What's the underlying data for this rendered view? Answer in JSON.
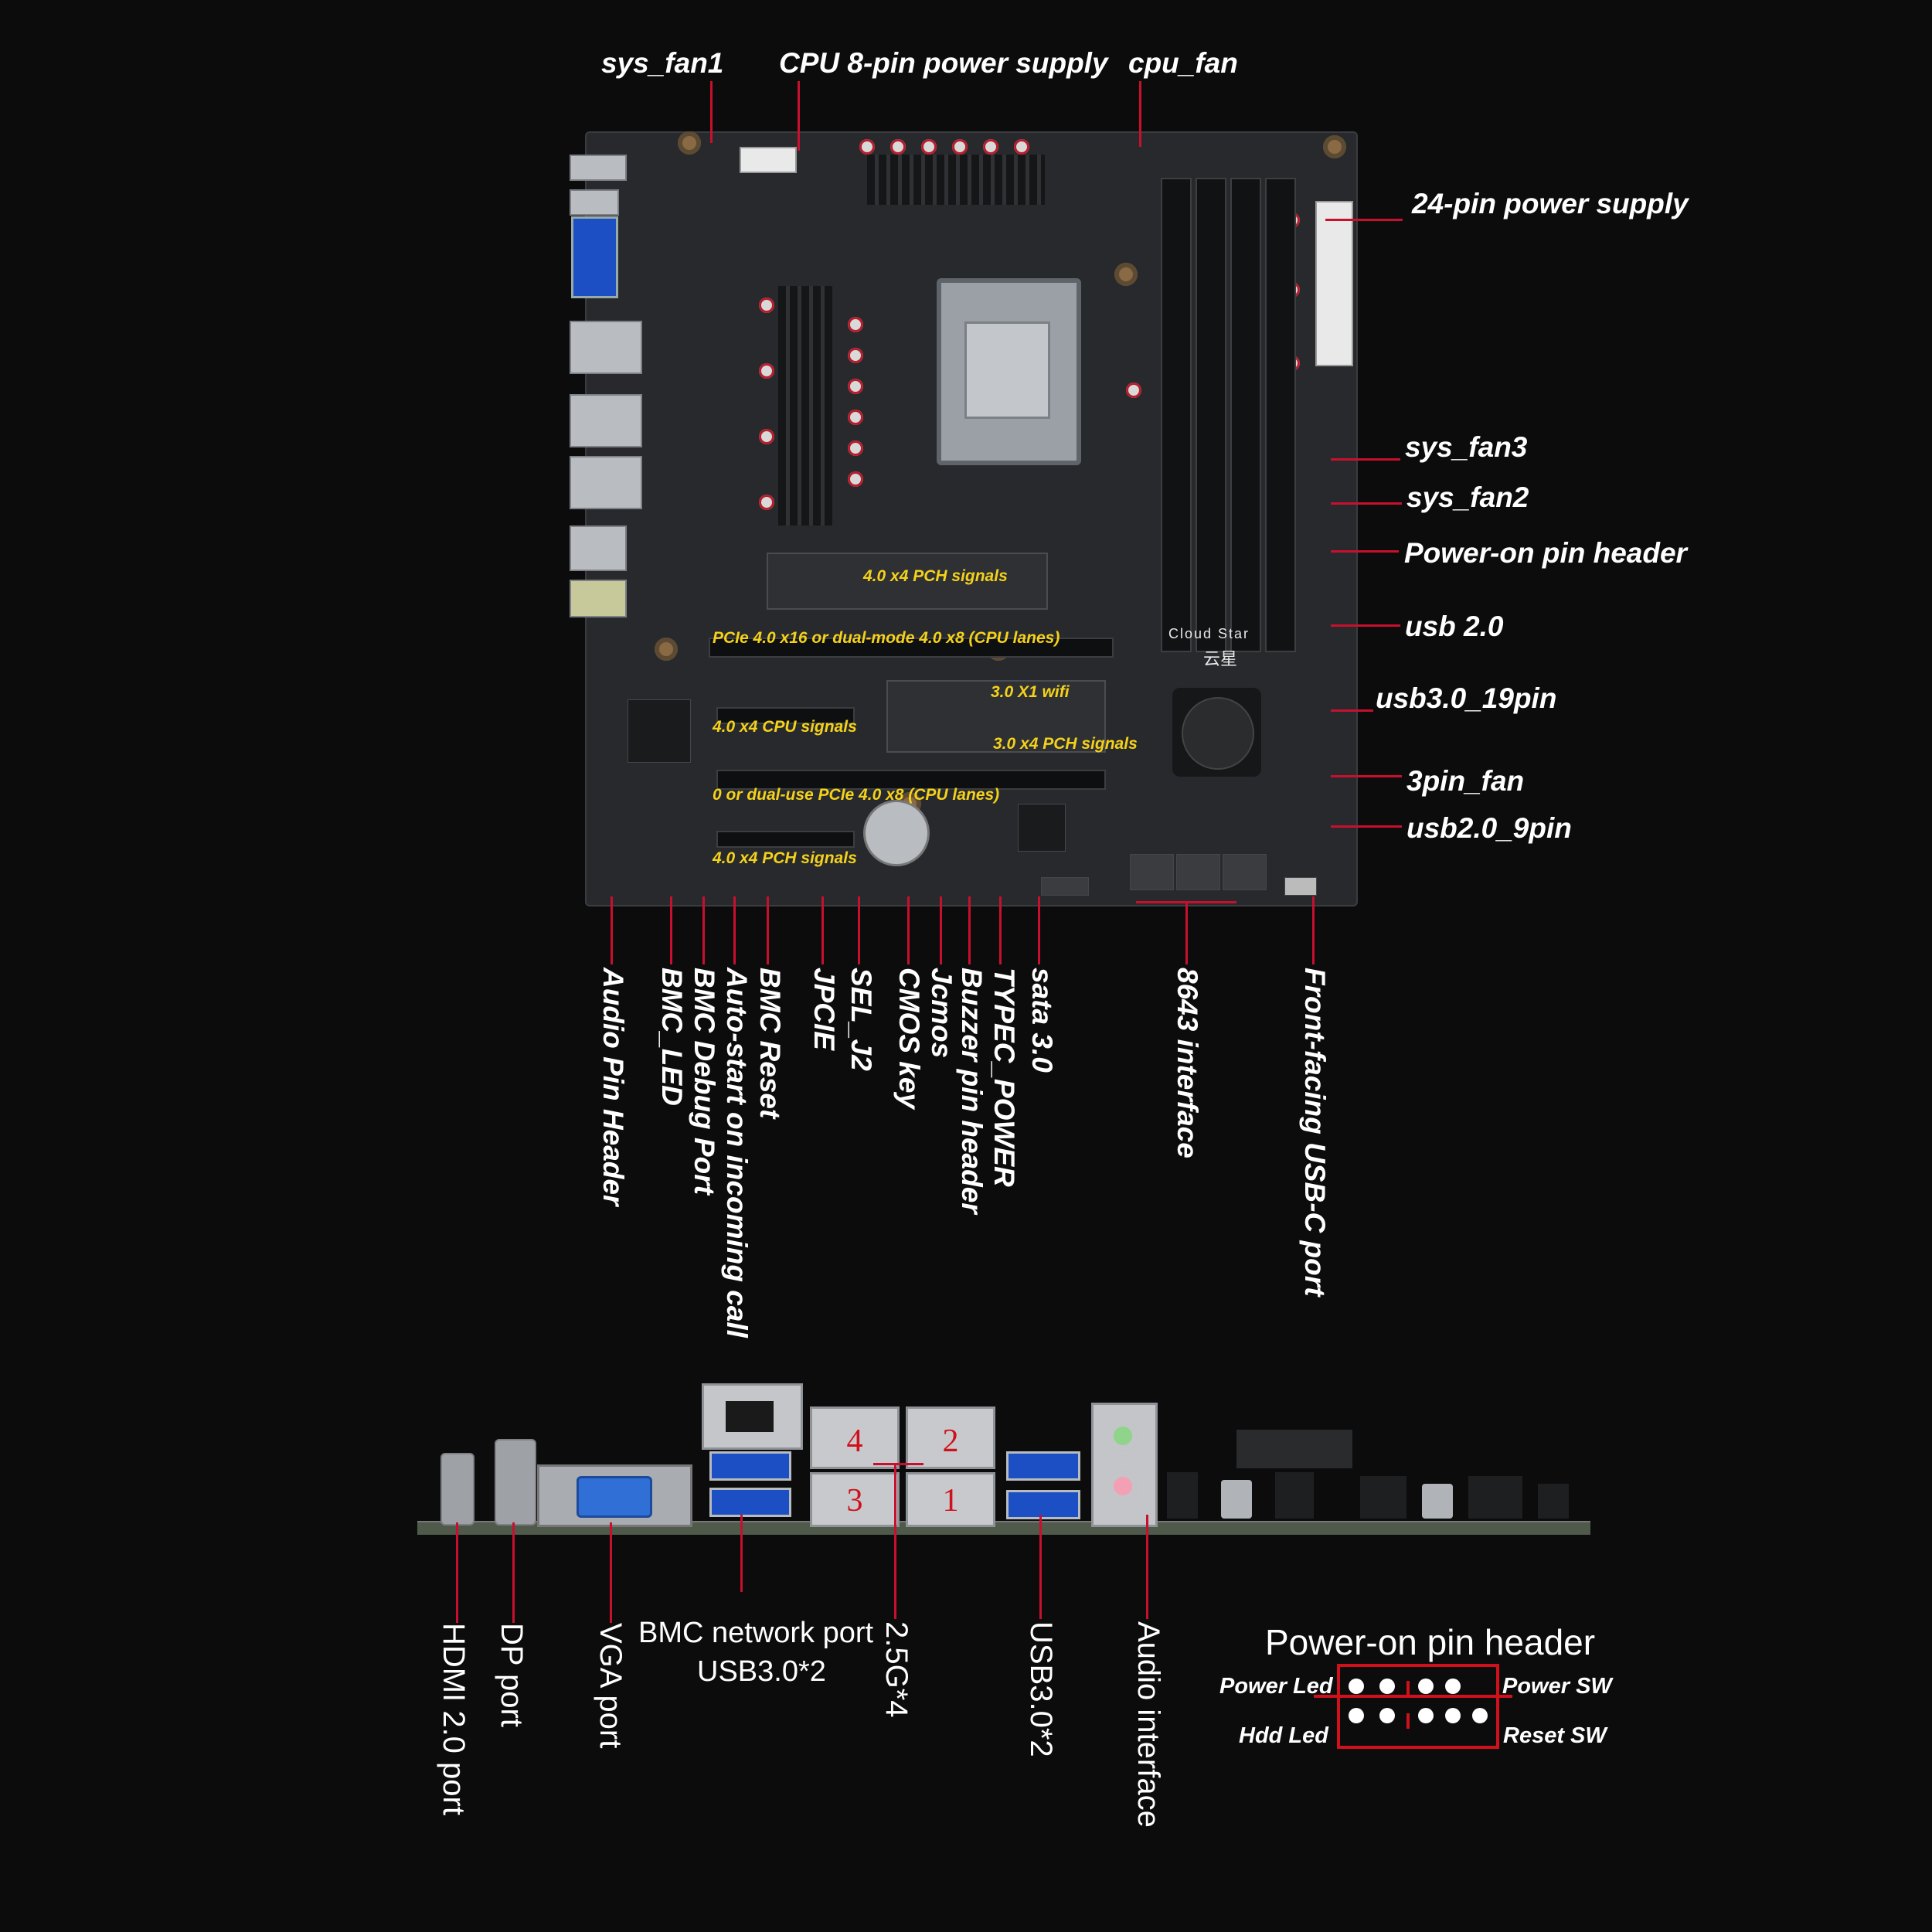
{
  "top_labels": {
    "sys_fan1": "sys_fan1",
    "cpu_8pin": "CPU 8-pin power supply",
    "cpu_fan": "cpu_fan"
  },
  "right_labels": {
    "atx24": "24-pin power supply",
    "sys_fan3": "sys_fan3",
    "sys_fan2": "sys_fan2",
    "power_on_header": "Power-on pin header",
    "usb20": "usb 2.0",
    "usb30_19pin": "usb3.0_19pin",
    "fan_3pin": "3pin_fan",
    "usb20_9pin": "usb2.0_9pin"
  },
  "bottom_labels": {
    "audio_pin_header": "Audio Pin Header",
    "bmc_led": "BMC_LED",
    "bmc_debug": "BMC Debug Port",
    "auto_start": "Auto-start on incoming call",
    "bmc_reset": "BMC Reset",
    "jpcie": "JPCIE",
    "sel_j2": "SEL_J2",
    "cmos_key": "CMOS key",
    "jcmos": "Jcmos",
    "buzzer": "Buzzer pin header",
    "typec_power": "TYPEC_POWER",
    "sata": "sata 3.0",
    "i8643": "8643 interface",
    "front_usbc": "Front-facing USB-C port"
  },
  "board_annotations": {
    "pch_x4_top": "4.0 x4 PCH signals",
    "pcie_x16": "PCIe 4.0 x16 or dual-mode 4.0 x8 (CPU lanes)",
    "wifi": "3.0 X1 wifi",
    "cpu_x4": "4.0 x4 CPU signals",
    "pch_30_x4": "3.0 x4 PCH signals",
    "dual_use": "0 or dual-use PCIe 4.0 x8 (CPU lanes)",
    "pch_x4_bottom": "4.0 x4 PCH signals",
    "brand_en": "Cloud Star",
    "brand_cn": "云星"
  },
  "io_labels": {
    "hdmi": "HDMI 2.0 port",
    "dp": "DP port",
    "vga": "VGA port",
    "bmc_net": "BMC network port",
    "usb30x2_left": "USB3.0*2",
    "g25x4": "2.5G*4",
    "usb30x2_right": "USB3.0*2",
    "audio": "Audio interface"
  },
  "lan_ports": [
    "4",
    "2",
    "3",
    "1"
  ],
  "pin_header": {
    "title": "Power-on pin header",
    "power_led": "Power Led",
    "power_sw": "Power SW",
    "hdd_led": "Hdd Led",
    "reset_sw": "Reset SW"
  },
  "colors": {
    "leader": "#c8102e",
    "annotation": "#f5d21a",
    "background": "#0c0c0d"
  }
}
